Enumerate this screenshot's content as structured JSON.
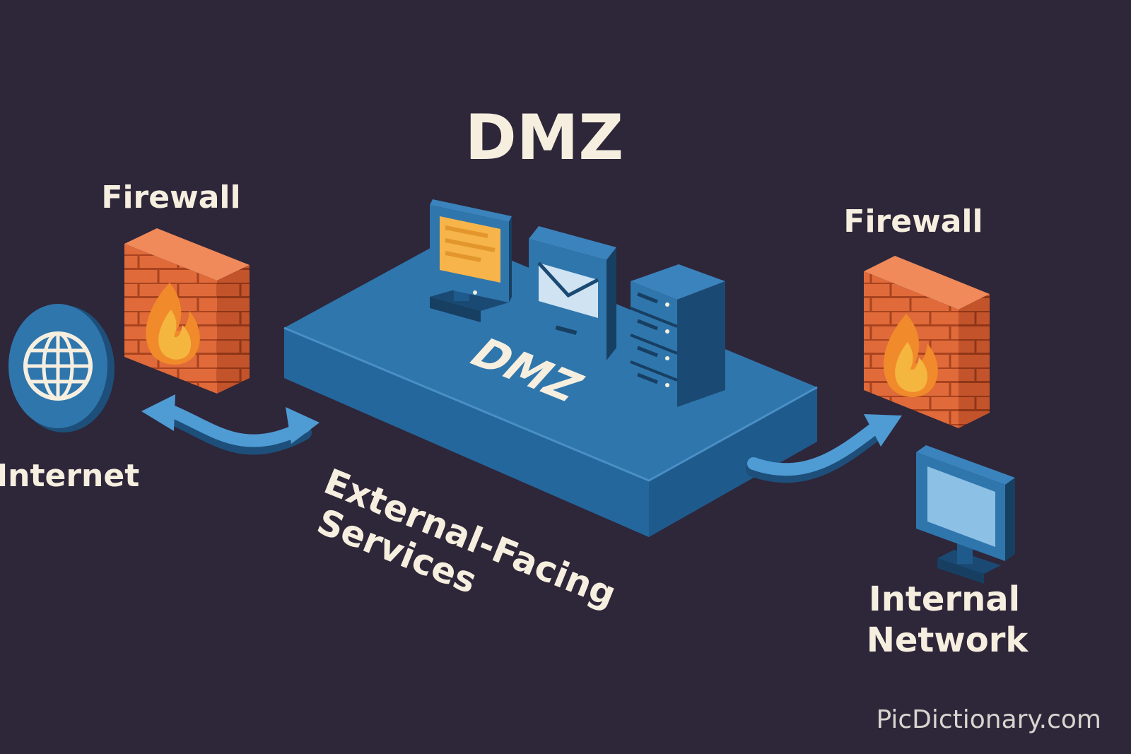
{
  "title": "DMZ",
  "platform_label": "DMZ",
  "nodes": {
    "internet": {
      "label": "Internet",
      "icon": "globe-icon"
    },
    "firewall_left": {
      "label": "Firewall",
      "icon": "firewall-icon"
    },
    "firewall_right": {
      "label": "Firewall",
      "icon": "firewall-icon"
    },
    "internal_network": {
      "line1": "Internal",
      "line2": "Network",
      "icon": "monitor-icon"
    }
  },
  "services_caption": {
    "line1": "External-Facing",
    "line2": "Services"
  },
  "servers": [
    "web-server-icon",
    "mail-server-icon",
    "rack-server-icon"
  ],
  "watermark": "PicDictionary.com",
  "colors": {
    "background": "#2e2639",
    "platform": "#2f76ad",
    "brick": "#e06a3a",
    "flame": "#f4b63f",
    "arrow": "#4f9bd4",
    "text": "#f6efdf"
  }
}
